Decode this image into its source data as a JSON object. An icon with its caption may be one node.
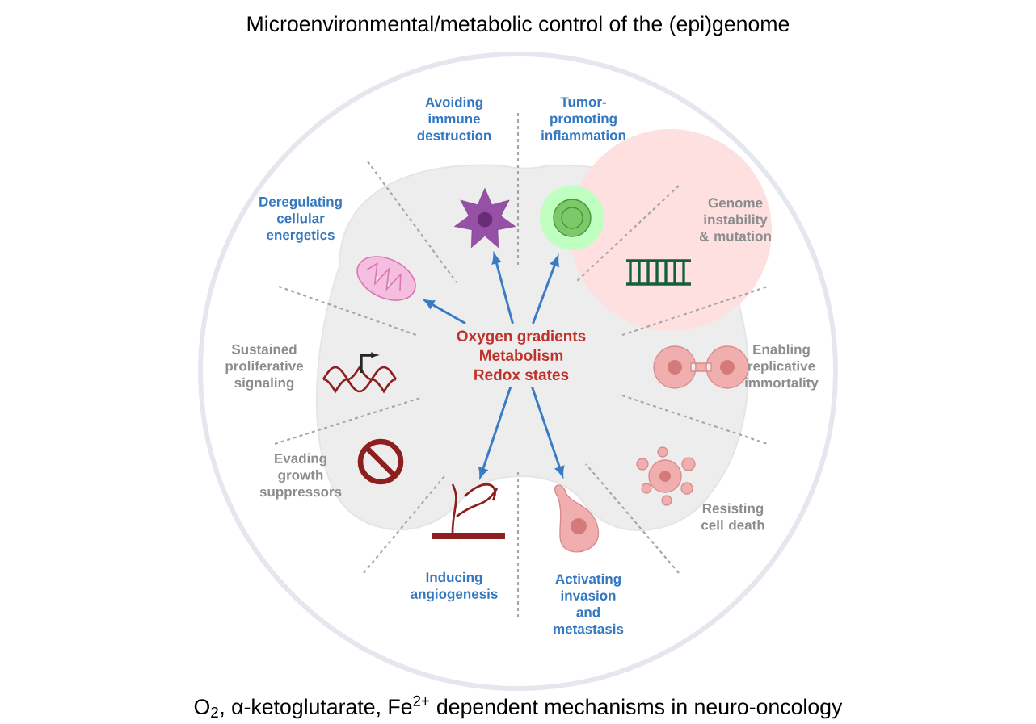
{
  "diagram": {
    "title": "Microenvironmental/metabolic control of the (epi)genome",
    "caption": "O$_{2}$, α-ketoglutarate, Fe$^{2+}$ dependent mechanisms in neuro-oncology",
    "nodes": [
      {
        "text": [
          "Oxygen gradients",
          "Metabolism",
          "Redox states"
        ]
      },
      {
        "text": [],
        "shape": "picture"
      },
      {
        "text": [],
        "shape": "picture"
      },
      {
        "text": [],
        "shape": "picture"
      },
      {
        "text": [],
        "shape": "picture"
      },
      {
        "text": [],
        "shape": "picture"
      }
    ],
    "edges": [
      {
        "from": 0,
        "to": 1,
        "arrow": "to"
      },
      {
        "from": 0,
        "to": 2,
        "arrow": "to"
      },
      {
        "from": 0,
        "to": 3,
        "arrow": "to"
      },
      {
        "from": 0,
        "to": 4,
        "arrow": "to"
      },
      {
        "from": 0,
        "to": 5,
        "arrow": "to"
      }
    ],
    "labels": [
      "Avoiding immune destruction",
      "Tumor-promoting inflammation",
      "Deregulating cellular energetics",
      "Genome instability & mutation",
      "Sustained proliferative signaling",
      "Enabling replicative immortality",
      "Evading growth suppressors",
      "Resisting cell death",
      "Inducing angiogenesis",
      "Activating invasion and metastasis"
    ]
  }
}
